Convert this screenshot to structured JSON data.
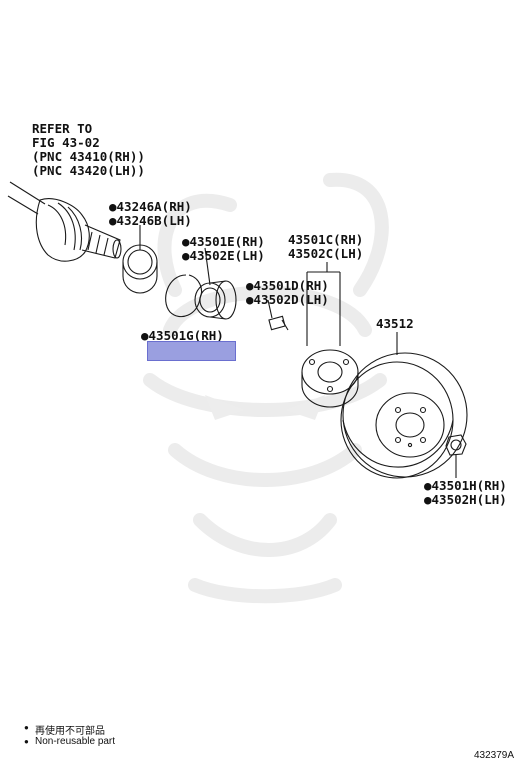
{
  "refer": {
    "line1": "REFER TO",
    "line2": "FIG 43-02",
    "line3": "(PNC 43410(RH))",
    "line4": "(PNC 43420(LH))"
  },
  "labels": {
    "p43246a": "●43246A(RH)",
    "p43246b": "●43246B(LH)",
    "p43501e": "●43501E(RH)",
    "p43502e": "●43502E(LH)",
    "p43501c": "43501C(RH)",
    "p43502c": "43502C(LH)",
    "p43501d": "●43501D(RH)",
    "p43502d": "●43502D(LH)",
    "p43512": "43512",
    "p43501g": "●43501G(RH)",
    "p43501h": "●43501H(RH)",
    "p43502h": "●43502H(LH)"
  },
  "legend": {
    "bullet": "●",
    "cjk": "再使用不可部品",
    "en": "Non-reusable part"
  },
  "diagram_code": "432379A",
  "colors": {
    "highlight": "#9a9fe0",
    "line": "#1a1a1a",
    "watermark": "#ececec"
  }
}
